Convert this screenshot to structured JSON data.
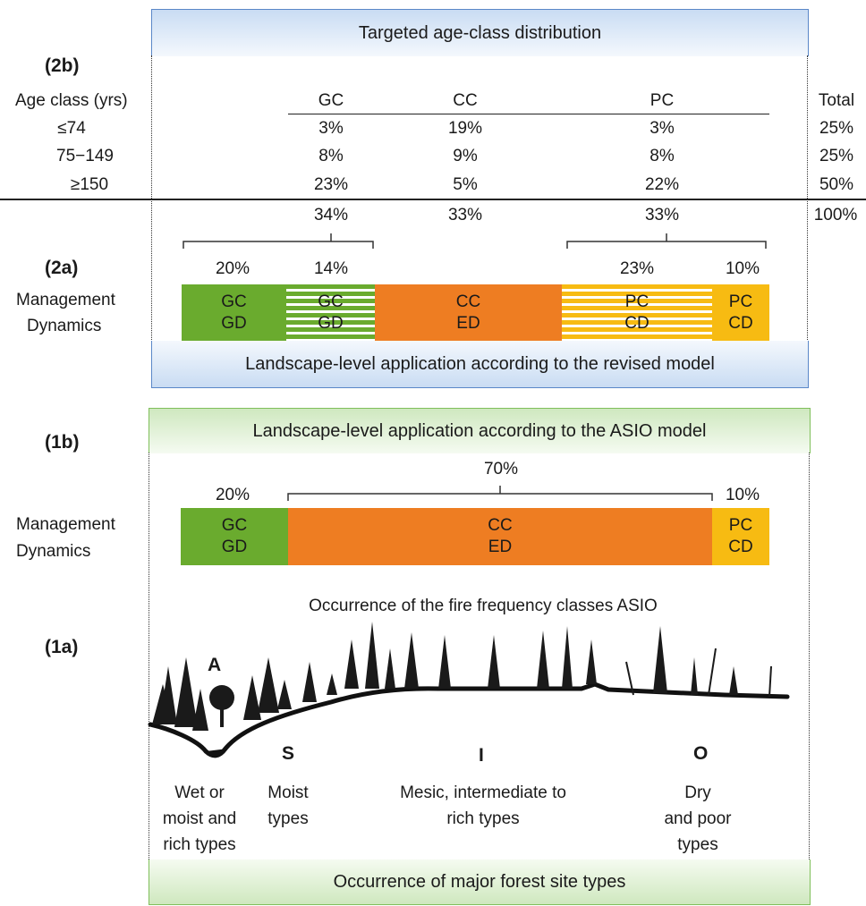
{
  "panel_2b": {
    "label": "(2b)",
    "banner": "Targeted age-class distribution",
    "header": {
      "age_class": "Age class (yrs)",
      "gc": "GC",
      "cc": "CC",
      "pc": "PC",
      "total": "Total"
    },
    "rows": [
      {
        "age": "≤74",
        "gc": "3%",
        "cc": "19%",
        "pc": "3%",
        "total": "25%"
      },
      {
        "age": "75−149",
        "gc": "8%",
        "cc": "9%",
        "pc": "8%",
        "total": "25%"
      },
      {
        "age": "≥150",
        "gc": "23%",
        "cc": "5%",
        "pc": "22%",
        "total": "50%"
      }
    ],
    "totals": {
      "gc": "34%",
      "cc": "33%",
      "pc": "33%",
      "total": "100%"
    }
  },
  "panel_2a": {
    "label": "(2a)",
    "row_label_1": "Management",
    "row_label_2": "Dynamics",
    "percents": [
      "20%",
      "14%",
      "23%",
      "10%"
    ],
    "segments": [
      {
        "top": "GC",
        "bottom": "GD"
      },
      {
        "top": "GC",
        "bottom": "GD"
      },
      {
        "top": "CC",
        "bottom": "ED"
      },
      {
        "top": "PC",
        "bottom": "CD"
      },
      {
        "top": "PC",
        "bottom": "CD"
      }
    ],
    "banner": "Landscape-level application according to the revised model"
  },
  "panel_1b": {
    "label": "(1b)",
    "banner": "Landscape-level application according to the ASIO model",
    "percent_span": "70%",
    "percent_left": "20%",
    "percent_right": "10%",
    "row_label_1": "Management",
    "row_label_2": "Dynamics",
    "segments": [
      {
        "top": "GC",
        "bottom": "GD"
      },
      {
        "top": "CC",
        "bottom": "ED"
      },
      {
        "top": "PC",
        "bottom": "CD"
      }
    ]
  },
  "panel_1a": {
    "label": "(1a)",
    "title": "Occurrence of the fire frequency classes ASIO",
    "classes": [
      "A",
      "S",
      "I",
      "O"
    ],
    "site_types": {
      "a": [
        "Wet or",
        "moist and",
        "rich types"
      ],
      "s": [
        "Moist",
        "types"
      ],
      "i": [
        "Mesic, intermediate to",
        "rich types"
      ],
      "o": [
        "Dry",
        "and poor",
        "types"
      ]
    },
    "banner": "Occurrence of major forest site types"
  },
  "colors": {
    "green": "#6aab2e",
    "orange": "#ee7d22",
    "yellow": "#f7bb12",
    "blue_border": "#5a87c8",
    "green_border": "#7fbf5a"
  }
}
